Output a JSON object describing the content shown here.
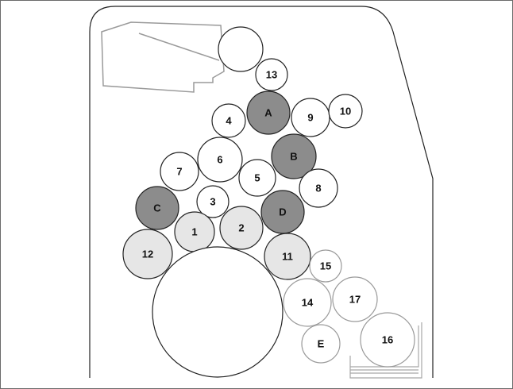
{
  "colors": {
    "outline": "#222222",
    "dark_fill": "#8c8c8c",
    "light_fill": "#e6e6e6",
    "white_fill": "#ffffff",
    "faint_outline": "#9a9a9a",
    "tray_outline": "#a8a8a8"
  },
  "rollers": [
    {
      "id": "top",
      "label": "",
      "shade": "white"
    },
    {
      "id": "13",
      "label": "13",
      "shade": "white"
    },
    {
      "id": "A",
      "label": "A",
      "shade": "dark"
    },
    {
      "id": "4",
      "label": "4",
      "shade": "white"
    },
    {
      "id": "9",
      "label": "9",
      "shade": "white"
    },
    {
      "id": "10",
      "label": "10",
      "shade": "white"
    },
    {
      "id": "6",
      "label": "6",
      "shade": "white"
    },
    {
      "id": "B",
      "label": "B",
      "shade": "dark"
    },
    {
      "id": "7",
      "label": "7",
      "shade": "white"
    },
    {
      "id": "5",
      "label": "5",
      "shade": "white"
    },
    {
      "id": "8",
      "label": "8",
      "shade": "white"
    },
    {
      "id": "3",
      "label": "3",
      "shade": "white"
    },
    {
      "id": "C",
      "label": "C",
      "shade": "dark"
    },
    {
      "id": "D",
      "label": "D",
      "shade": "dark"
    },
    {
      "id": "1",
      "label": "1",
      "shade": "light"
    },
    {
      "id": "2",
      "label": "2",
      "shade": "light"
    },
    {
      "id": "12",
      "label": "12",
      "shade": "light"
    },
    {
      "id": "11",
      "label": "11",
      "shade": "light"
    },
    {
      "id": "15",
      "label": "15",
      "shade": "faint"
    },
    {
      "id": "14",
      "label": "14",
      "shade": "faint"
    },
    {
      "id": "17",
      "label": "17",
      "shade": "faint"
    },
    {
      "id": "E",
      "label": "E",
      "shade": "faint"
    },
    {
      "id": "16",
      "label": "16",
      "shade": "faint"
    },
    {
      "id": "main",
      "label": "",
      "shade": "white"
    }
  ]
}
